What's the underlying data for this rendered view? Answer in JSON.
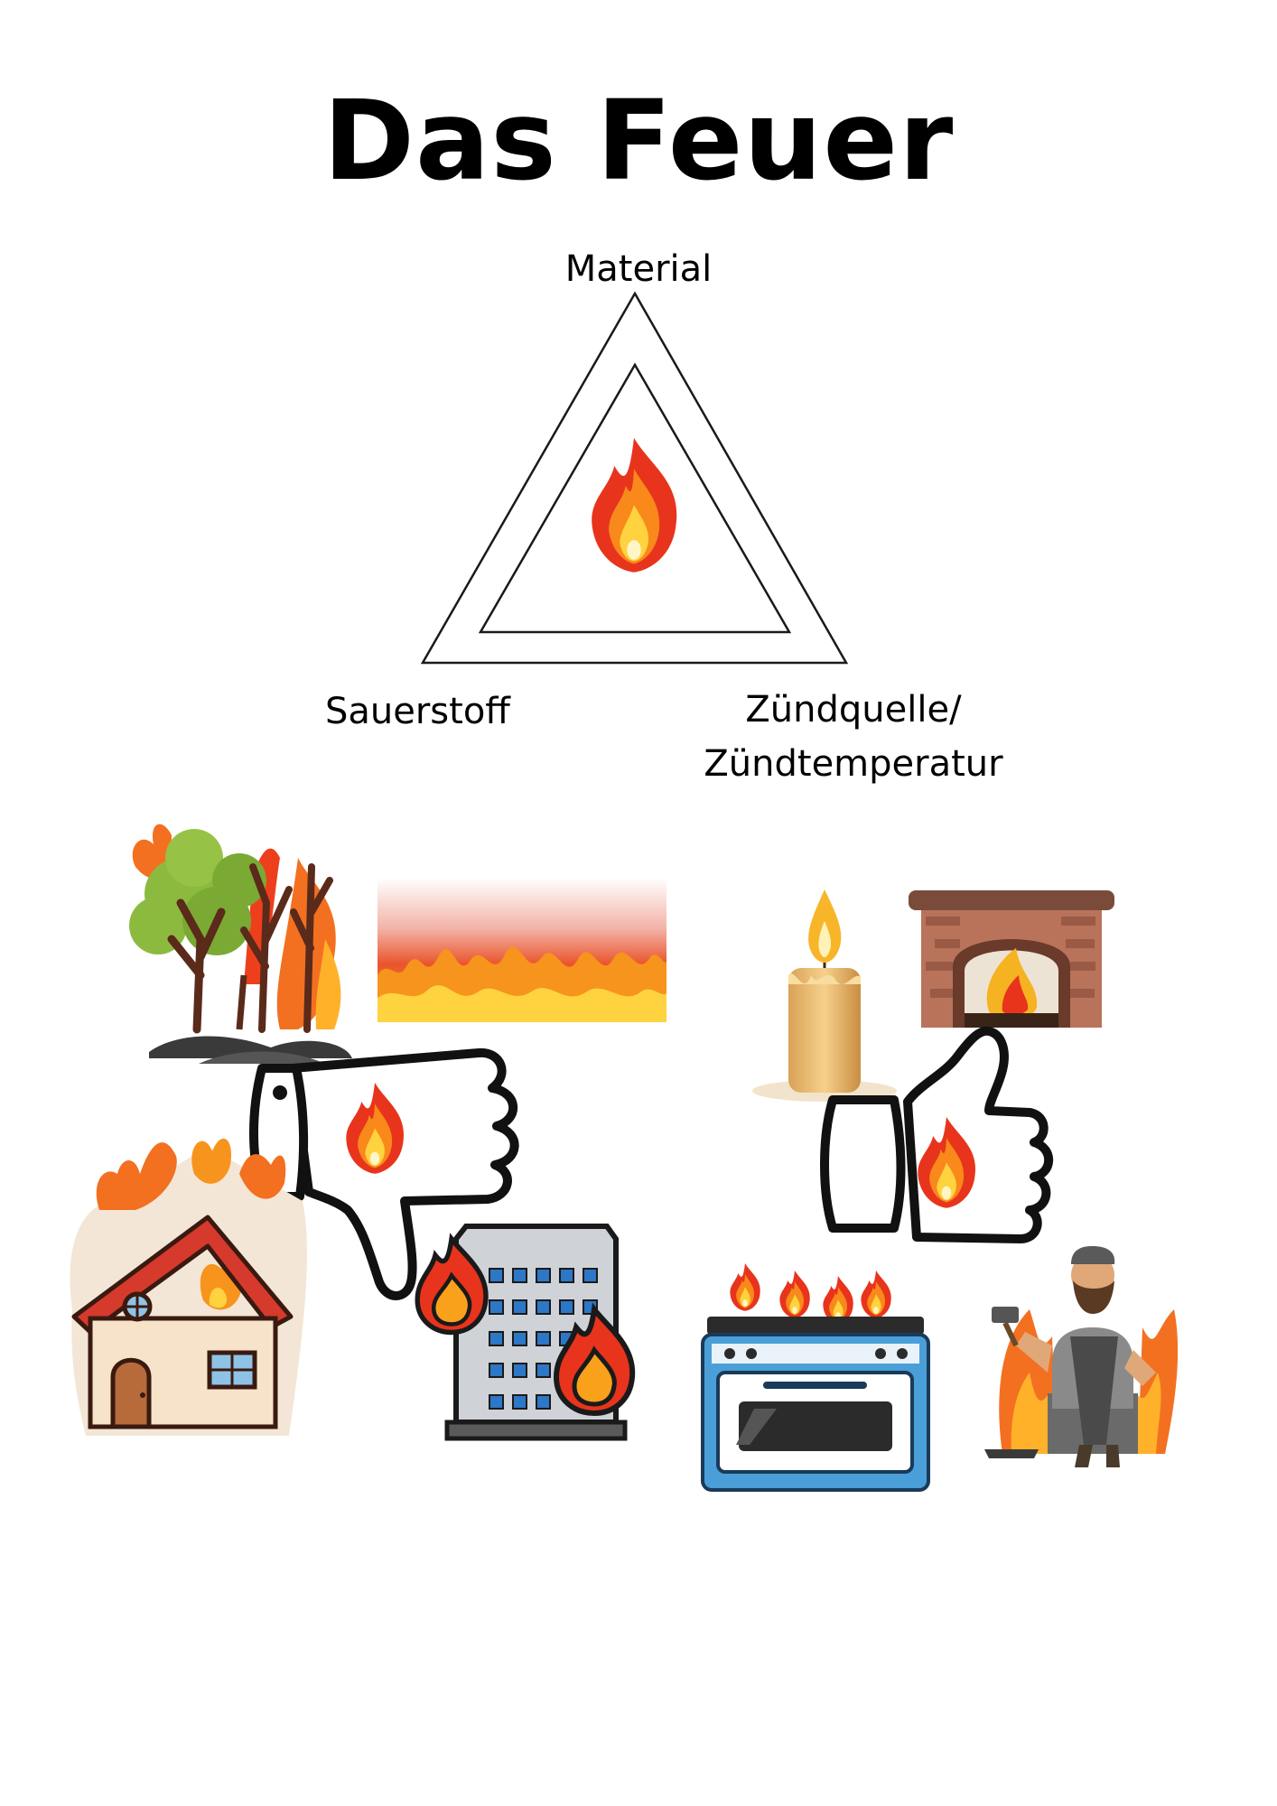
{
  "title": "Das Feuer",
  "fire_triangle": {
    "top_label": "Material",
    "left_label": "Sauerstoff",
    "right_label_line1": "Zündquelle/",
    "right_label_line2": "Zündtemperatur",
    "center_icon": "fire-icon"
  },
  "bad_fire": {
    "symbol": "thumbs-down-icon",
    "examples": [
      "forest-fire-icon",
      "wall-of-flames-icon",
      "burning-house-icon",
      "burning-building-icon"
    ]
  },
  "good_fire": {
    "symbol": "thumbs-up-icon",
    "examples": [
      "candle-icon",
      "fireplace-icon",
      "gas-stove-icon",
      "blacksmith-icon"
    ]
  },
  "colors": {
    "flame_red": "#e8341c",
    "flame_orange": "#f9891a",
    "flame_yellow": "#ffd23f",
    "stove_blue": "#4a9fd8"
  }
}
